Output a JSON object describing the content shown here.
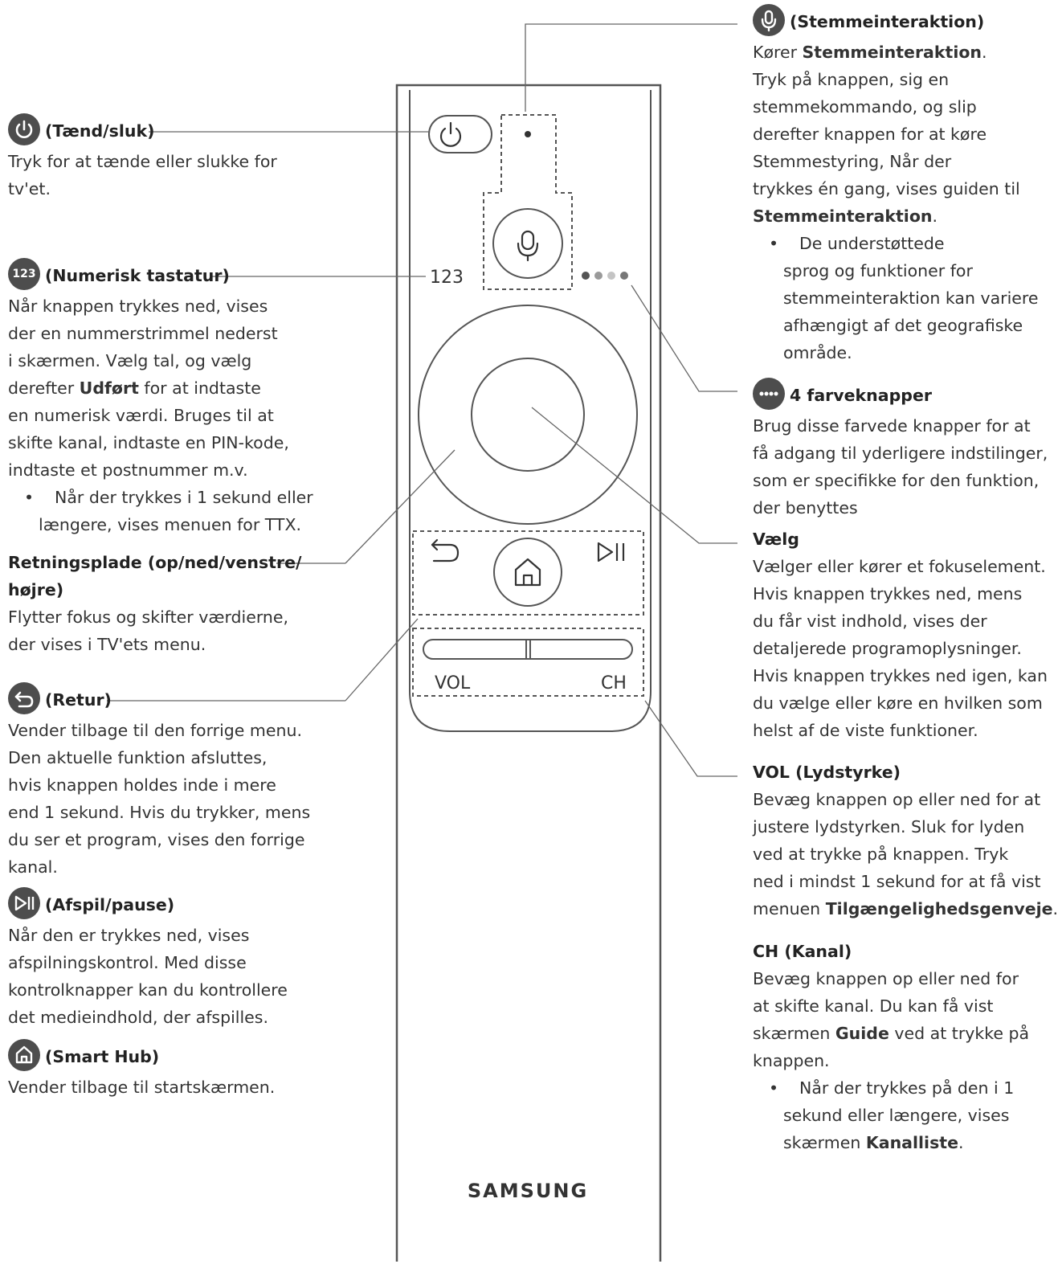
{
  "remote": {
    "brand": "SAMSUNG",
    "num_label": "123",
    "vol_label": "VOL",
    "ch_label": "CH"
  },
  "left": {
    "power": {
      "icon": "power-icon",
      "title": "(Tænd/sluk)",
      "lines": [
        "Tryk for at tænde eller slukke for",
        "tv'et."
      ]
    },
    "numeric": {
      "icon": "123",
      "title": "(Numerisk tastatur)",
      "lines": [
        "Når knappen trykkes ned, vises",
        "der en nummerstrimmel nederst",
        "i skærmen. Vælg tal, og vælg"
      ],
      "line4_pre": "derefter ",
      "line4_bold": "Udført",
      "line4_post": " for at indtaste",
      "lines2": [
        "en numerisk værdi. Bruges til at",
        "skifte kanal, indtaste en PIN-kode,",
        "indtaste et postnummer m.v."
      ],
      "bullet": [
        "Når der trykkes i 1 sekund eller",
        "længere, vises menuen for TTX."
      ]
    },
    "dpad": {
      "title": [
        "Retningsplade (op/ned/venstre/",
        "højre)"
      ],
      "lines": [
        "Flytter fokus og skifter værdierne,",
        "der vises i TV'ets menu."
      ]
    },
    "return": {
      "icon": "return-icon",
      "title": "(Retur)",
      "lines": [
        "Vender tilbage til den forrige menu.",
        "Den aktuelle funktion afsluttes,",
        "hvis knappen holdes inde i mere",
        "end 1 sekund. Hvis du trykker, mens",
        "du ser et program, vises den forrige",
        "kanal."
      ]
    },
    "play": {
      "icon": "play-pause-icon",
      "title": "(Afspil/pause)",
      "lines": [
        "Når den er trykkes ned, vises",
        "afspilningskontrol. Med disse",
        "kontrolknapper kan du kontrollere",
        "det medieindhold, der afspilles."
      ]
    },
    "smarthub": {
      "icon": "home-icon",
      "title": "(Smart Hub)",
      "lines": [
        "Vender tilbage til startskærmen."
      ]
    }
  },
  "right": {
    "voice": {
      "icon": "mic-icon",
      "title": "(Stemmeinteraktion)",
      "line1_pre": "Kører ",
      "line1_bold": "Stemmeinteraktion",
      "line1_post": ".",
      "lines": [
        "Tryk på knappen, sig en",
        "stemmekommando, og slip",
        "derefter knappen for at køre",
        "Stemmestyring, Når der",
        "trykkes én gang, vises guiden til"
      ],
      "last_bold": "Stemmeinteraktion",
      "last_post": ".",
      "bullet": [
        "De understøttede",
        "sprog og funktioner for",
        "stemmeinteraktion kan variere",
        "afhængigt af det geografiske",
        "område."
      ]
    },
    "color": {
      "icon": "color-dots-icon",
      "title": "4 farveknapper",
      "lines": [
        "Brug disse farvede knapper for at",
        "få adgang til yderligere indstilinger,",
        "som er specifikke for den funktion,",
        "der benyttes"
      ]
    },
    "select": {
      "title": "Vælg",
      "lines": [
        "Vælger eller kører et fokuselement.",
        "Hvis knappen trykkes ned, mens",
        "du får vist indhold, vises der",
        "detaljerede programoplysninger.",
        "Hvis knappen trykkes ned igen, kan",
        "du vælge eller køre en hvilken som",
        "helst af de viste funktioner."
      ]
    },
    "vol": {
      "title": "VOL (Lydstyrke)",
      "lines": [
        "Bevæg knappen op eller ned for at",
        "justere lydstyrken. Sluk for lyden",
        "ved at trykke på knappen. Tryk",
        "ned i mindst 1 sekund for at få vist"
      ],
      "last_pre": "menuen ",
      "last_bold": "Tilgængelighedsgenveje",
      "last_post": "."
    },
    "ch": {
      "title": "CH (Kanal)",
      "lines": [
        "Bevæg knappen op eller ned for",
        "at skifte kanal. Du kan få vist"
      ],
      "l3_pre": "skærmen ",
      "l3_bold": "Guide",
      "l3_post": " ved at trykke på",
      "l4": "knappen.",
      "bullet": [
        "Når der trykkes på den i 1",
        "sekund eller længere, vises"
      ],
      "bl3_pre": "skærmen ",
      "bl3_bold": "Kanalliste",
      "bl3_post": "."
    }
  }
}
